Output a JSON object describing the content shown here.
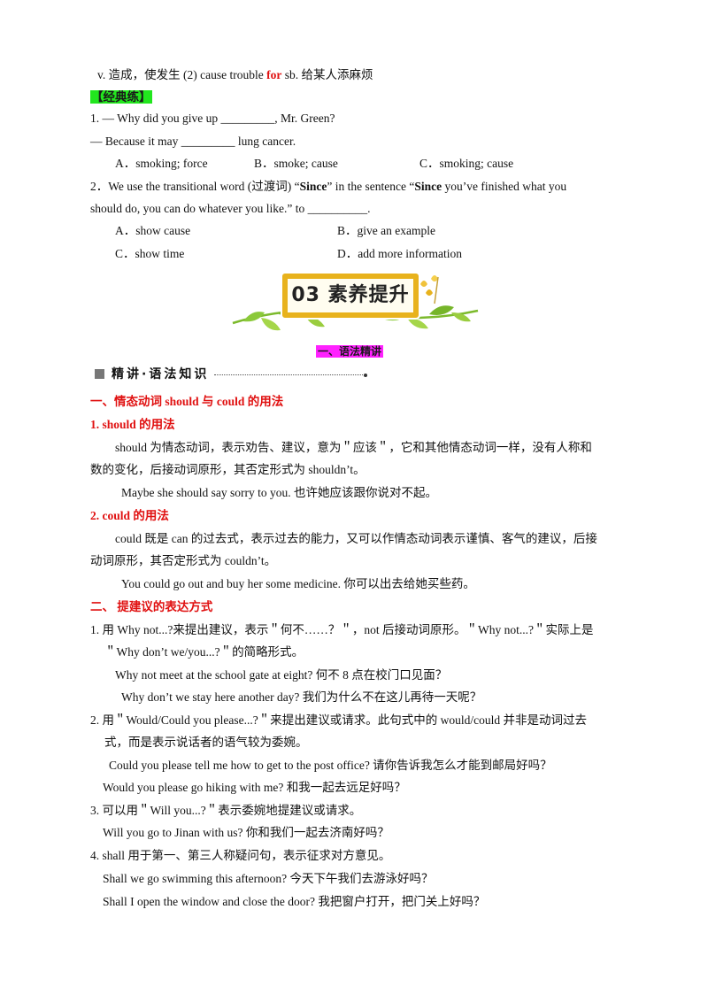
{
  "top_line": {
    "lead": "v. 造成，使发生  (2) cause trouble ",
    "for_word": "for",
    "tail": " sb. 给某人添麻烦"
  },
  "practice_tag": "【经典练】",
  "q1": {
    "stem": "1. — Why did you give up _________, Mr. Green?",
    "reply": "— Because it may _________ lung cancer.",
    "opt_a": "A．smoking; force",
    "opt_b": "B．smoke; cause",
    "opt_c": "C．smoking; cause"
  },
  "q2": {
    "stem_a": "2．We use the transitional word (过渡词) “",
    "since1": "Since",
    "stem_b": "” in the sentence “",
    "since2": "Since",
    "stem_c": "  you’ve finished what you",
    "stem_line2": "should do, you can do whatever you like.” to __________.",
    "opt_a": "A．show cause",
    "opt_b": "B．give an example",
    "opt_c": "C．show time",
    "opt_d": "D．add more information"
  },
  "banner_label": "03 素养提升",
  "subsection_tag": "一、语法精讲",
  "section_title": "精讲·语法知识",
  "h1": "一、情态动词 should 与 could 的用法",
  "h1_1": "1. should 的用法",
  "p_should_1": "should 为情态动词，表示劝告、建议，意为＂应该＂，它和其他情态动词一样，没有人称和",
  "p_should_2": "数的变化，后接动词原形，其否定形式为 shouldn’t。",
  "ex_should": "Maybe she should say sorry to you.  也许她应该跟你说对不起。",
  "h1_2": "2. could 的用法",
  "p_could_1": "could 既是 can 的过去式，表示过去的能力，又可以作情态动词表示谨慎、客气的建议，后接",
  "p_could_2": "动词原形，其否定形式为 couldn’t。",
  "ex_could": "You could go out and buy her some medicine.  你可以出去给她买些药。",
  "h2": "二、  提建议的表达方式",
  "s1_1": "1. 用 Why not...?来提出建议，表示＂何不……？＂，not 后接动词原形。＂Why not...?＂实际上是",
  "s1_2": "＂Why don’t we/you...?＂的简略形式。",
  "s1_ex1": "Why not meet at the school gate at eight?  何不 8 点在校门口见面？",
  "s1_ex2": "Why don’t we stay here another day?  我们为什么不在这儿再待一天呢？",
  "s2_1": "2. 用＂Would/Could you please...?＂来提出建议或请求。此句式中的 would/could 并非是动词过去",
  "s2_2": "式，而是表示说话者的语气较为委婉。",
  "s2_ex1": "Could you please tell me how to get to the post office?  请你告诉我怎么才能到邮局好吗？",
  "s2_ex2": "Would you please go hiking with me?  和我一起去远足好吗？",
  "s3_1": "3.  可以用＂Will you...?＂表示委婉地提建议或请求。",
  "s3_ex1": "Will you go to Jinan with us?  你和我们一起去济南好吗？",
  "s4_1": "4. shall 用于第一、第三人称疑问句，表示征求对方意见。",
  "s4_ex1": "Shall we go swimming this afternoon?  今天下午我们去游泳好吗？",
  "s4_ex2": "Shall I open the window and close the door?  我把窗户打开，把门关上好吗？"
}
